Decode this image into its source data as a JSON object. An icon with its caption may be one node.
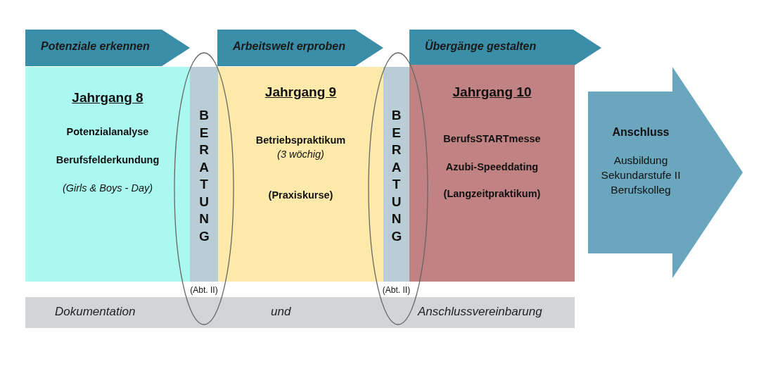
{
  "diagram": {
    "nodes": [
      {
        "text": [
          "Potenziale erkennen"
        ]
      },
      {
        "text": [
          "Arbeitswelt erproben"
        ]
      },
      {
        "text": [
          "Übergänge gestalten"
        ]
      },
      {
        "text": [
          "Jahrgang 8",
          "Potenzialanalyse",
          "Berufsfelderkundung",
          "(Girls & Boys - Day)"
        ]
      },
      {
        "text": [
          "BERATUNG"
        ],
        "beside": [
          "(Abt. II)"
        ]
      },
      {
        "text": [
          "Jahrgang 9",
          "Betriebspraktikum",
          "(3 wöchig)",
          "(Praxiskurse)"
        ]
      },
      {
        "text": [
          "BERATUNG"
        ],
        "beside": [
          "(Abt. II)"
        ]
      },
      {
        "text": [
          "Jahrgang 10",
          "BerufsSTARTmesse",
          "Azubi-Speeddating",
          "(Langzeitpraktikum)"
        ]
      },
      {
        "text": [
          "Anschluss",
          "Ausbildung",
          "Sekundarstufe II",
          "Berufskolleg"
        ]
      },
      {
        "text": [
          "Dokumentation",
          "und",
          "Anschlussvereinbarung"
        ]
      }
    ],
    "edges": []
  }
}
